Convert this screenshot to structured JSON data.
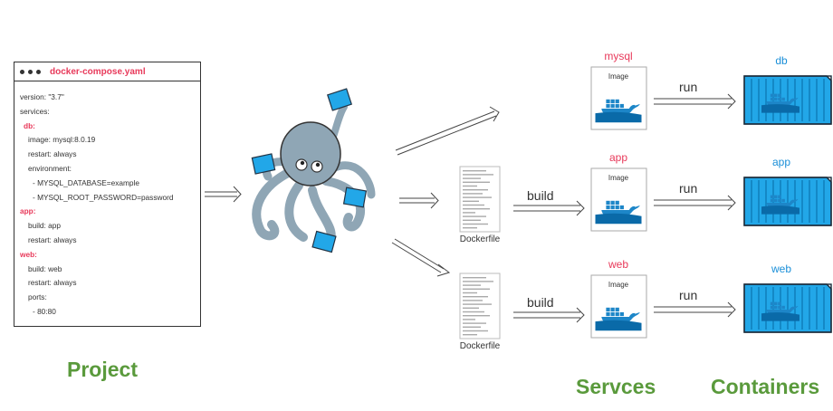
{
  "compose_file": {
    "title": "docker-compose.yaml",
    "lines": [
      {
        "text": "version: \"3.7\"",
        "indent": 0,
        "key": false
      },
      {
        "text": "services:",
        "indent": 0,
        "key": false
      },
      {
        "text": "db:",
        "indent": 1,
        "key": true
      },
      {
        "text": "image: mysql:8.0.19",
        "indent": 2,
        "key": false
      },
      {
        "text": "restart: always",
        "indent": 2,
        "key": false
      },
      {
        "text": "environment:",
        "indent": 2,
        "key": false
      },
      {
        "text": "- MYSQL_DATABASE=example",
        "indent": 3,
        "key": false
      },
      {
        "text": "- MYSQL_ROOT_PASSWORD=password",
        "indent": 3,
        "key": false
      },
      {
        "text": "app:",
        "indent": 0,
        "key": true
      },
      {
        "text": "build: app",
        "indent": 2,
        "key": false
      },
      {
        "text": "restart: always",
        "indent": 2,
        "key": false
      },
      {
        "text": "web:",
        "indent": 0,
        "key": true
      },
      {
        "text": "build: web",
        "indent": 2,
        "key": false
      },
      {
        "text": "restart: always",
        "indent": 2,
        "key": false
      },
      {
        "text": "ports:",
        "indent": 2,
        "key": false
      },
      {
        "text": "- 80:80",
        "indent": 3,
        "key": false
      }
    ]
  },
  "labels": {
    "project": "Project",
    "services": "Servces",
    "containers": "Containers"
  },
  "services": [
    {
      "name": "mysql",
      "image_label": "Image",
      "container": "db",
      "build": false,
      "build_label": "",
      "dockerfile_label": "",
      "run_label": "run"
    },
    {
      "name": "app",
      "image_label": "Image",
      "container": "app",
      "build": true,
      "build_label": "build",
      "dockerfile_label": "Dockerfile",
      "run_label": "run"
    },
    {
      "name": "web",
      "image_label": "Image",
      "container": "web",
      "build": true,
      "build_label": "build",
      "dockerfile_label": "Dockerfile",
      "run_label": "run"
    }
  ],
  "colors": {
    "key_text": "#e8395a",
    "service_name": "#e8395a",
    "container_name": "#1a8fd8",
    "project_label": "#5a9a3c",
    "container_fill": "#22a7e8",
    "whale": "#1d86c8",
    "octopus": "#8fa6b5"
  }
}
